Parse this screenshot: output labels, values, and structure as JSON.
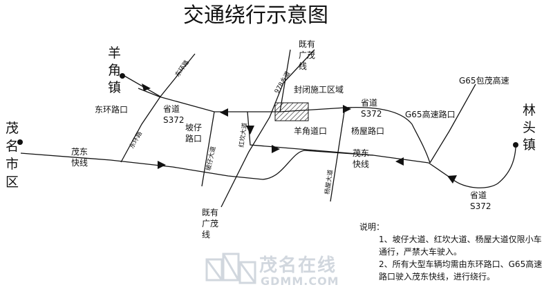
{
  "title": "交通绕行示意图",
  "places": {
    "maoming_city": "茂名市区",
    "yangjiao_town": "羊角镇",
    "lintou_town": "林头镇"
  },
  "roads": {
    "dongdong_express_left": "茂东\n快线",
    "dongdong_express_right": "茂东\n快线",
    "provincial_left": "省道\nS372",
    "provincial_mid": "省道\nS372",
    "provincial_right": "省道\nS372",
    "guangmao_top": "既有\n广茂\n线",
    "guangmao_bottom": "既有\n广茂\n线",
    "g65_baomao": "G65包茂高速",
    "dong_ring": "东环路",
    "dong_ring_lower": "东环路",
    "poz_avenue": "坡仔大道",
    "hongkan_avenue": "红坎大道",
    "yangwu_avenue": "杨屋大道",
    "county_road": "978乡道"
  },
  "junctions": {
    "dong_ring_junction": "东环路口",
    "pozai_junction": "坡仔\n路口",
    "yangjiao_junction": "羊角道口",
    "yangwu_junction": "杨屋路口",
    "g65_junction": "G65高速路口",
    "closed_area": "封闭施工区域"
  },
  "notes": {
    "heading": "说明：",
    "item1": "1、坡仔大道、红坎大道、杨屋大道仅限小车通行，严禁大车驶入。",
    "item2": "2、所有大型车辆均需由东环路口、G65高速路口驶入茂东快线，进行绕行。"
  },
  "watermark": {
    "cn": "茂名在线",
    "en": "GDMM.COM"
  },
  "colors": {
    "ink": "#111111",
    "watermark": "#9aa7b8"
  }
}
